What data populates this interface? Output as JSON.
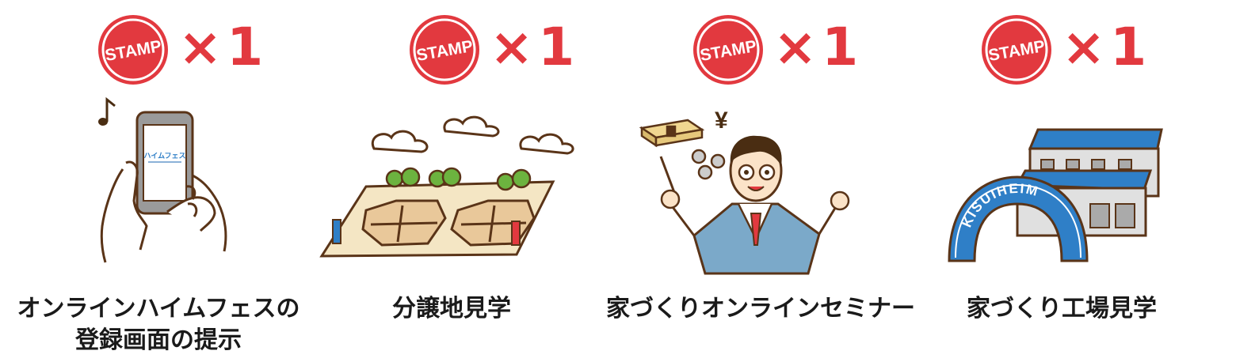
{
  "items": [
    {
      "stamp_label": "STAMP",
      "multiplier": "×1",
      "caption_lines": [
        "オンラインハイムフェスの",
        "登録画面の提示"
      ],
      "phone_screen_logo": "ハイムフェス"
    },
    {
      "stamp_label": "STAMP",
      "multiplier": "×1",
      "caption_lines": [
        "分譲地見学"
      ]
    },
    {
      "stamp_label": "STAMP",
      "multiplier": "×1",
      "caption_lines": [
        "家づくりオンラインセミナー"
      ],
      "currency_symbol": "¥"
    },
    {
      "stamp_label": "STAMP",
      "multiplier": "×1",
      "caption_lines": [
        "家づくり工場見学"
      ],
      "arch_text": "KISUIHEIM"
    }
  ],
  "colors": {
    "stamp_red": "#e2393f",
    "outline": "#5a3418",
    "building_blue": "#2f7fc7",
    "suit_blue": "#7ba9c9"
  }
}
